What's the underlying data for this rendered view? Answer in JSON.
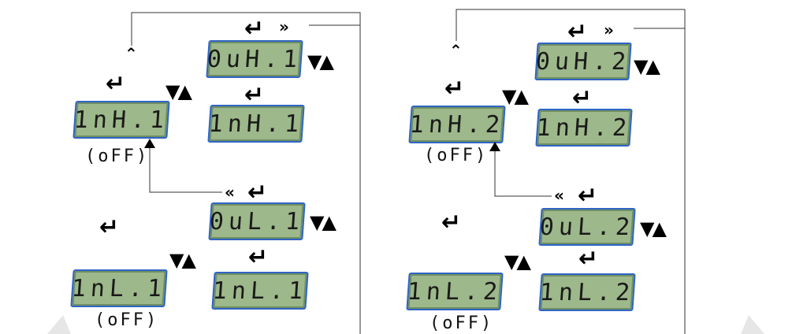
{
  "section1": {
    "top_right": "0uH.1",
    "top_left": "1nH.1",
    "top_mid": "1nH.1",
    "top_note": "(oFF)",
    "bottom_right": "0uL.1",
    "bottom_left": "1nL.1",
    "bottom_mid": "1nL.1",
    "bottom_note": "(oFF)"
  },
  "section2": {
    "top_right": "0uH.2",
    "top_left": "1nH.2",
    "top_mid": "1nH.2",
    "top_note": "(oFF)",
    "bottom_right": "0uL.2",
    "bottom_left": "1nL.2",
    "bottom_mid": "1nL.2",
    "bottom_note": "(oFF)"
  },
  "icons": {
    "enter": "↵",
    "up_down": "▼▲",
    "forward": "»",
    "back": "«",
    "up": "⌃"
  }
}
